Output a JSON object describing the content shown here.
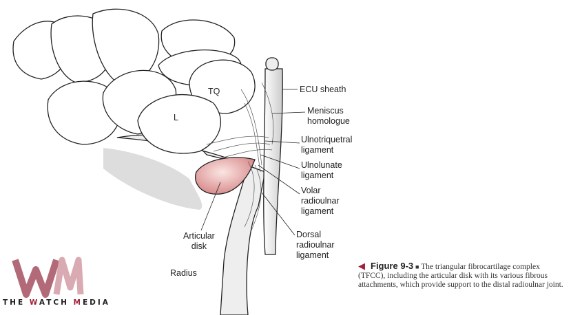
{
  "figure": {
    "labels": {
      "ecu_sheath": "ECU sheath",
      "meniscus_homologue": [
        "Meniscus",
        "homologue"
      ],
      "ulnotriquetral_ligament": [
        "Ulnotriquetral",
        "ligament"
      ],
      "ulnolunate_ligament": [
        "Ulnolunate",
        "ligament"
      ],
      "volar_radioulnar_ligament": [
        "Volar",
        "radioulnar",
        "ligament"
      ],
      "dorsal_radioulnar_ligament": [
        "Dorsal",
        "radioulnar",
        "ligament"
      ],
      "articular_disk": [
        "Articular",
        "disk"
      ],
      "radius": "Radius",
      "tq": "TQ",
      "l": "L"
    },
    "caption": {
      "figure_number": "Figure 9-3",
      "text": "The triangular fibrocartilage complex (TFCC), including the articular disk with its various fibrous attachments, which provide support to the distal radioulnar joint."
    }
  },
  "watermark": {
    "brand_part1": "THE ",
    "w": "W",
    "mid": "ATCH ",
    "m": "M",
    "end": "EDIA"
  },
  "colors": {
    "accent": "#a0213b",
    "disk": "#e6a9a9"
  }
}
